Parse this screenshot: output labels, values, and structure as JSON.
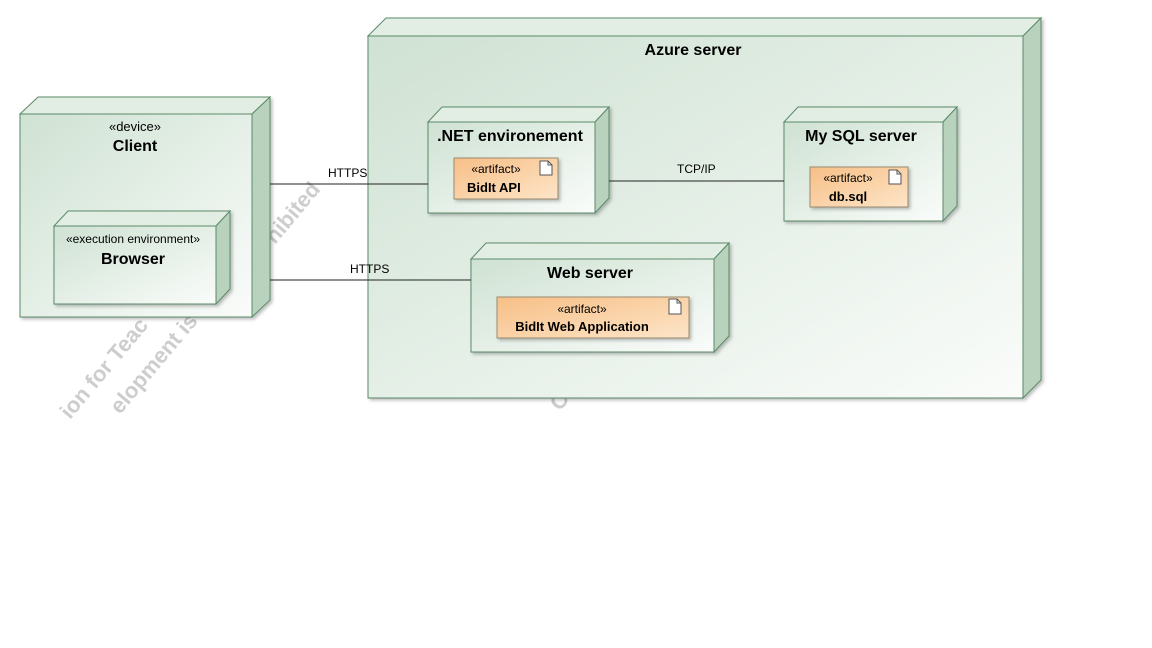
{
  "watermark": {
    "line1": "ion for Teac",
    "line2": "elopment is s",
    "line3": "hibited",
    "fragment": "C"
  },
  "client": {
    "stereotype": "«device»",
    "title": "Client",
    "browser": {
      "stereotype": "«execution environment»",
      "title": "Browser"
    }
  },
  "azure": {
    "title": "Azure server",
    "dotnet": {
      "title": ".NET environement",
      "artifact": {
        "stereotype": "«artifact»",
        "name": "BidIt API"
      }
    },
    "mysql": {
      "title": "My SQL server",
      "artifact": {
        "stereotype": "«artifact»",
        "name": "db.sql"
      }
    },
    "webserver": {
      "title": "Web server",
      "artifact": {
        "stereotype": "«artifact»",
        "name": "BidIt Web Application"
      }
    }
  },
  "connections": {
    "client_api": "HTTPS",
    "client_web": "HTTPS",
    "api_db": "TCP/IP"
  },
  "colors": {
    "node_fill": "#d6e6d9",
    "node_stroke": "#5a8a68",
    "artifact_fill": "#fbd3a8",
    "artifact_stroke": "#9a8a70"
  }
}
